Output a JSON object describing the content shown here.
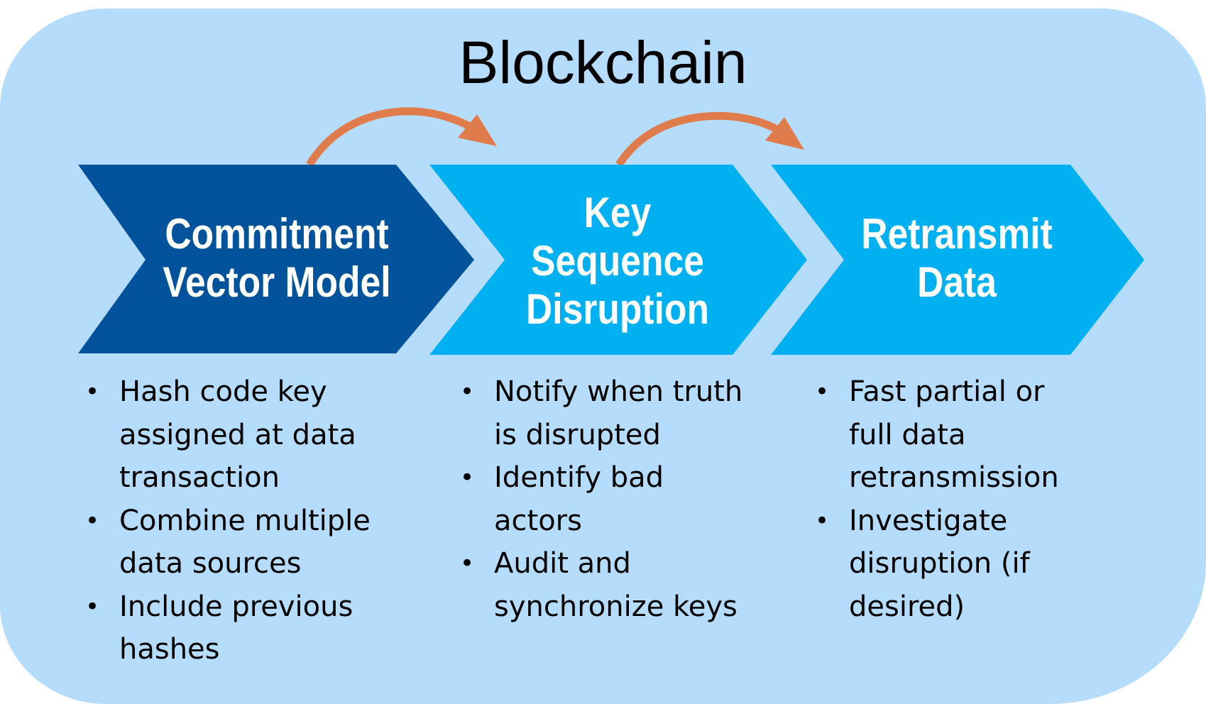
{
  "title": "Blockchain",
  "colors": {
    "background": "#b6dcfb",
    "step1_fill": "#02529c",
    "step2_fill": "#00b0f0",
    "step3_fill": "#00b0f0",
    "arrow": "#e07c4c",
    "step_text": "#ffffff",
    "body_text": "#000000"
  },
  "steps": [
    {
      "label_lines": [
        "Commitment",
        "Vector Model"
      ],
      "bullets": [
        "Hash code key assigned at data transaction",
        "Combine multiple data sources",
        "Include previous hashes"
      ]
    },
    {
      "label_lines": [
        "Key",
        "Sequence",
        "Disruption"
      ],
      "bullets": [
        "Notify when truth is disrupted",
        "Identify bad actors",
        "Audit and synchronize keys"
      ]
    },
    {
      "label_lines": [
        "Retransmit",
        "Data"
      ],
      "bullets": [
        "Fast partial or full data retransmission",
        "Investigate disruption (if desired)"
      ]
    }
  ],
  "connectors": [
    {
      "from": "step-1",
      "to": "step-2",
      "icon": "curved-arrow-icon"
    },
    {
      "from": "step-2",
      "to": "step-3",
      "icon": "curved-arrow-icon"
    }
  ],
  "bullet_glyph": "•"
}
